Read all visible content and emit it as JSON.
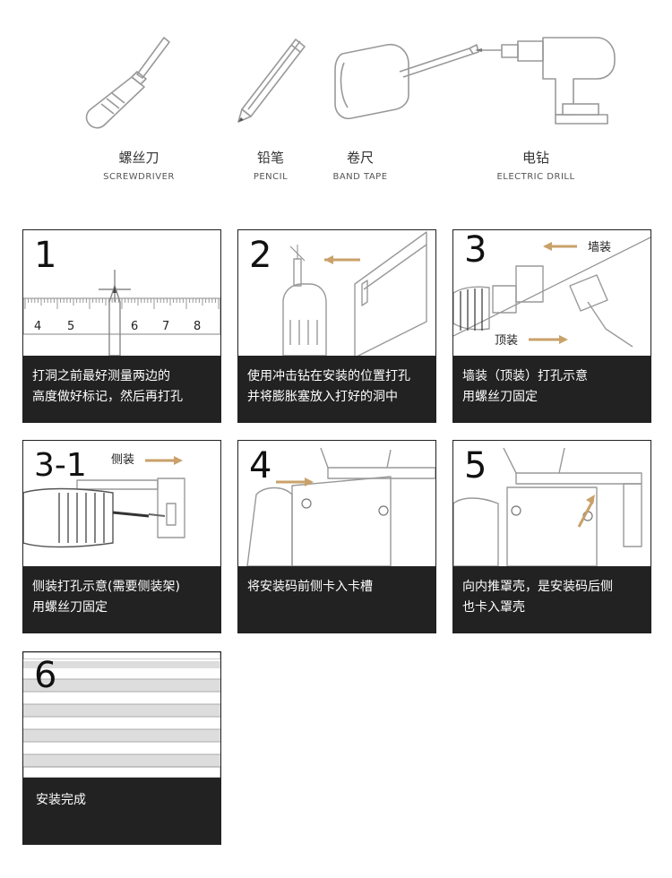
{
  "tools": [
    {
      "cn": "螺丝刀",
      "en": "SCREWDRIVER",
      "icon": "screwdriver-icon"
    },
    {
      "cn": "铅笔",
      "en": "PENCIL",
      "icon": "pencil-icon"
    },
    {
      "cn": "卷尺",
      "en": "BAND TAPE",
      "icon": "tape-measure-icon"
    },
    {
      "cn": "电钻",
      "en": "ELECTRIC DRILL",
      "icon": "electric-drill-icon"
    }
  ],
  "steps": [
    {
      "num": "1",
      "caption_line1": "打洞之前最好测量两边的",
      "caption_line2": "高度做好标记，然后再打孔",
      "ruler_ticks": [
        "4",
        "5",
        "6",
        "7",
        "8"
      ]
    },
    {
      "num": "2",
      "caption_line1": "使用冲击钻在安装的位置打孔",
      "caption_line2": "并将膨胀塞放入打好的洞中"
    },
    {
      "num": "3",
      "caption_line1": "墙装（顶装）打孔示意",
      "caption_line2": "用螺丝刀固定",
      "label_wall": "墙装",
      "label_top": "顶装"
    },
    {
      "num": "3-1",
      "caption_line1": "侧装打孔示意(需要侧装架)",
      "caption_line2": "用螺丝刀固定",
      "label_side": "侧装"
    },
    {
      "num": "4",
      "caption_line1": "将安装码前侧卡入卡槽",
      "caption_line2": ""
    },
    {
      "num": "5",
      "caption_line1": "向内推罩壳，是安装码后侧",
      "caption_line2": "也卡入罩壳"
    },
    {
      "num": "6",
      "caption_line1": "安装完成",
      "caption_line2": ""
    }
  ],
  "colors": {
    "arrow": "#c9a16a",
    "caption_bg": "#222222",
    "line": "#9a9a9a"
  }
}
